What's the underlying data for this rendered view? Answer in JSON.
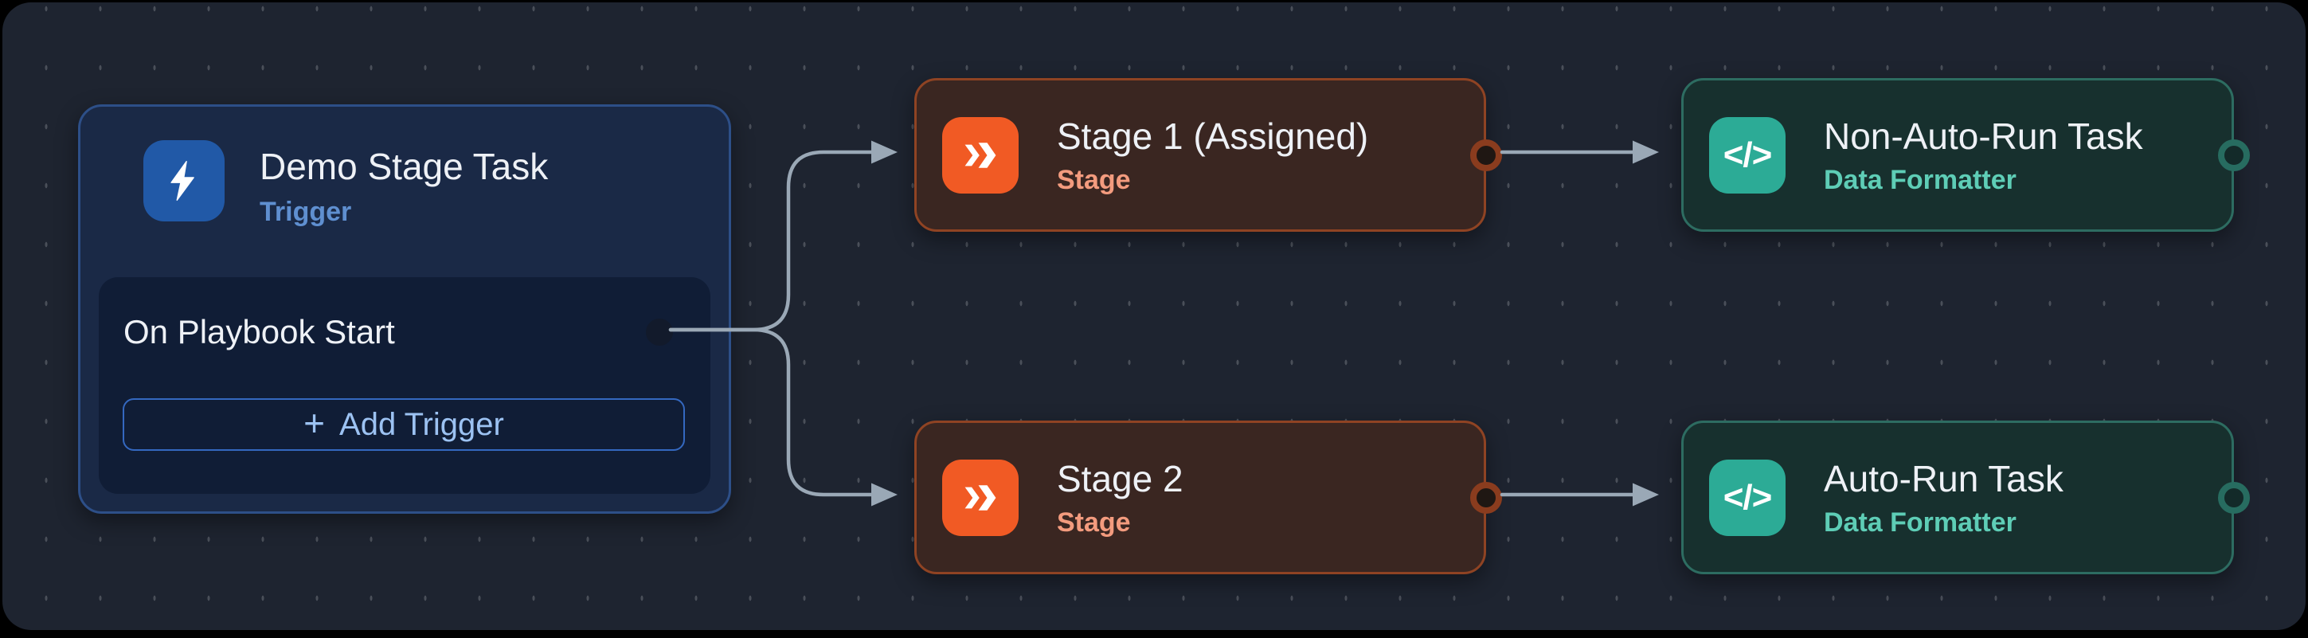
{
  "flow": {
    "trigger_node": {
      "title": "Demo Stage Task",
      "type_label": "Trigger",
      "icon": "lightning-bolt-icon",
      "trigger_item": {
        "label": "On Playbook Start"
      },
      "add_trigger_button": {
        "plus": "+",
        "label": "Add Trigger"
      }
    },
    "stage_nodes": [
      {
        "title": "Stage 1 (Assigned)",
        "type_label": "Stage",
        "icon": "fast-forward-icon"
      },
      {
        "title": "Stage 2",
        "type_label": "Stage",
        "icon": "fast-forward-icon"
      }
    ],
    "task_nodes": [
      {
        "title": "Non-Auto-Run Task",
        "type_label": "Data Formatter",
        "icon": "code-icon",
        "code_glyph": "</>"
      },
      {
        "title": "Auto-Run Task",
        "type_label": "Data Formatter",
        "icon": "code-icon",
        "code_glyph": "</>"
      }
    ],
    "edges": [
      {
        "from": "On Playbook Start",
        "to": "Stage 1 (Assigned)"
      },
      {
        "from": "On Playbook Start",
        "to": "Stage 2"
      },
      {
        "from": "Stage 1 (Assigned)",
        "to": "Non-Auto-Run Task"
      },
      {
        "from": "Stage 2",
        "to": "Auto-Run Task"
      }
    ],
    "colors": {
      "canvas_background": "#1e2430",
      "grid_dot": "#4a4f59",
      "edge": "#9aa8b6",
      "trigger_accent": "#2159a7",
      "trigger_node_bg": "#1a2946",
      "trigger_node_border": "#2d4f88",
      "trigger_subtitle": "#5f8fd0",
      "add_button_border": "#3468c0",
      "add_button_text": "#9cc2f2",
      "stage_accent": "#f15a24",
      "stage_node_bg": "#3a2621",
      "stage_node_border": "#8f4323",
      "stage_subtitle": "#f39b7e",
      "task_accent": "#2cab96",
      "task_node_bg": "#17302e",
      "task_node_border": "#2d6c61",
      "task_subtitle": "#5ecdb6"
    }
  }
}
